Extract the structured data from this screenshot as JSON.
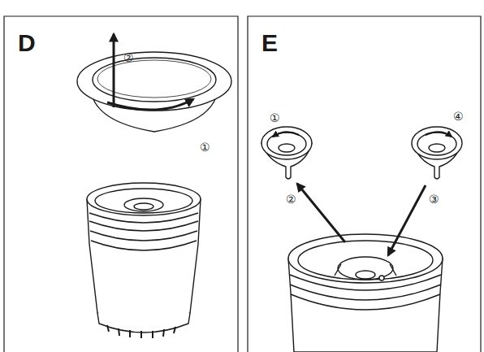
{
  "diagram": {
    "labels": [
      "D",
      "②",
      "①",
      "E",
      "①",
      "④",
      "②",
      "③"
    ]
  }
}
